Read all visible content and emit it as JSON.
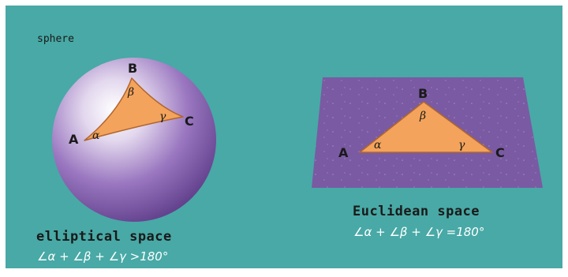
{
  "colors": {
    "background": "#48a9a6",
    "border": "#ffffff",
    "sphere": "#7f56a8",
    "plane": "#7a5aa3",
    "triangle": "#f3a35c",
    "text": "#1a1a1a"
  },
  "sphere": {
    "label": "sphere",
    "triangle": {
      "vertices": {
        "a": "A",
        "b": "B",
        "c": "C"
      },
      "angles": {
        "alpha": "α",
        "beta": "β",
        "gamma": "γ"
      }
    },
    "caption": "elliptical space",
    "formula": "∠α + ∠β + ∠γ >180°"
  },
  "plane": {
    "triangle": {
      "vertices": {
        "a": "A",
        "b": "B",
        "c": "C"
      },
      "angles": {
        "alpha": "α",
        "beta": "β",
        "gamma": "γ"
      }
    },
    "caption": "Euclidean space",
    "formula": "∠α + ∠β + ∠γ =180°"
  }
}
